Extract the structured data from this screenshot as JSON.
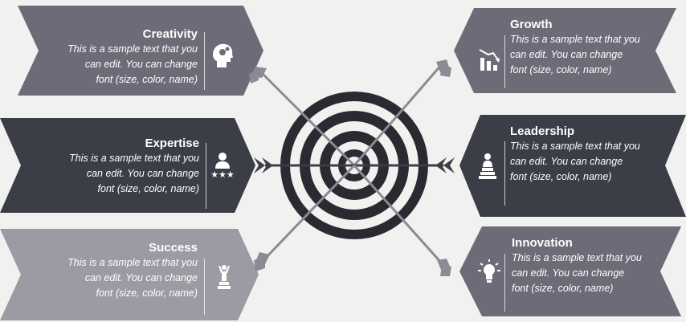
{
  "colors": {
    "background": "#f1f1ef",
    "dark": "#3b3d47",
    "medium": "#6b6c78",
    "light": "#9b9ba3",
    "text": "#ffffff"
  },
  "cards": {
    "creativity": {
      "title": "Creativity",
      "line1": "This is a sample text that you",
      "line2": "can edit. You can change",
      "line3": "font (size, color, name)",
      "icon": "head-gears-icon"
    },
    "expertise": {
      "title": "Expertise",
      "line1": "This is a sample text that you",
      "line2": "can edit. You can change",
      "line3": "font (size, color, name)",
      "icon": "person-stars-icon"
    },
    "success": {
      "title": "Success",
      "line1": "This is a sample text that you",
      "line2": "can edit. You can change",
      "line3": "font (size, color, name)",
      "icon": "trophy-person-icon"
    },
    "growth": {
      "title": "Growth",
      "line1": "This is a sample text that you",
      "line2": "can edit. You can change",
      "line3": "font (size, color, name)",
      "icon": "growth-chart-icon"
    },
    "leadership": {
      "title": "Leadership",
      "line1": "This is a sample text that you",
      "line2": "can edit. You can change",
      "line3": "font (size, color, name)",
      "icon": "podium-person-icon"
    },
    "innovation": {
      "title": "Innovation",
      "line1": "This is a sample text that you",
      "line2": "can edit. You can change",
      "line3": "font (size, color, name)",
      "icon": "lightbulb-icon"
    }
  },
  "target_icon": "bullseye-icon"
}
